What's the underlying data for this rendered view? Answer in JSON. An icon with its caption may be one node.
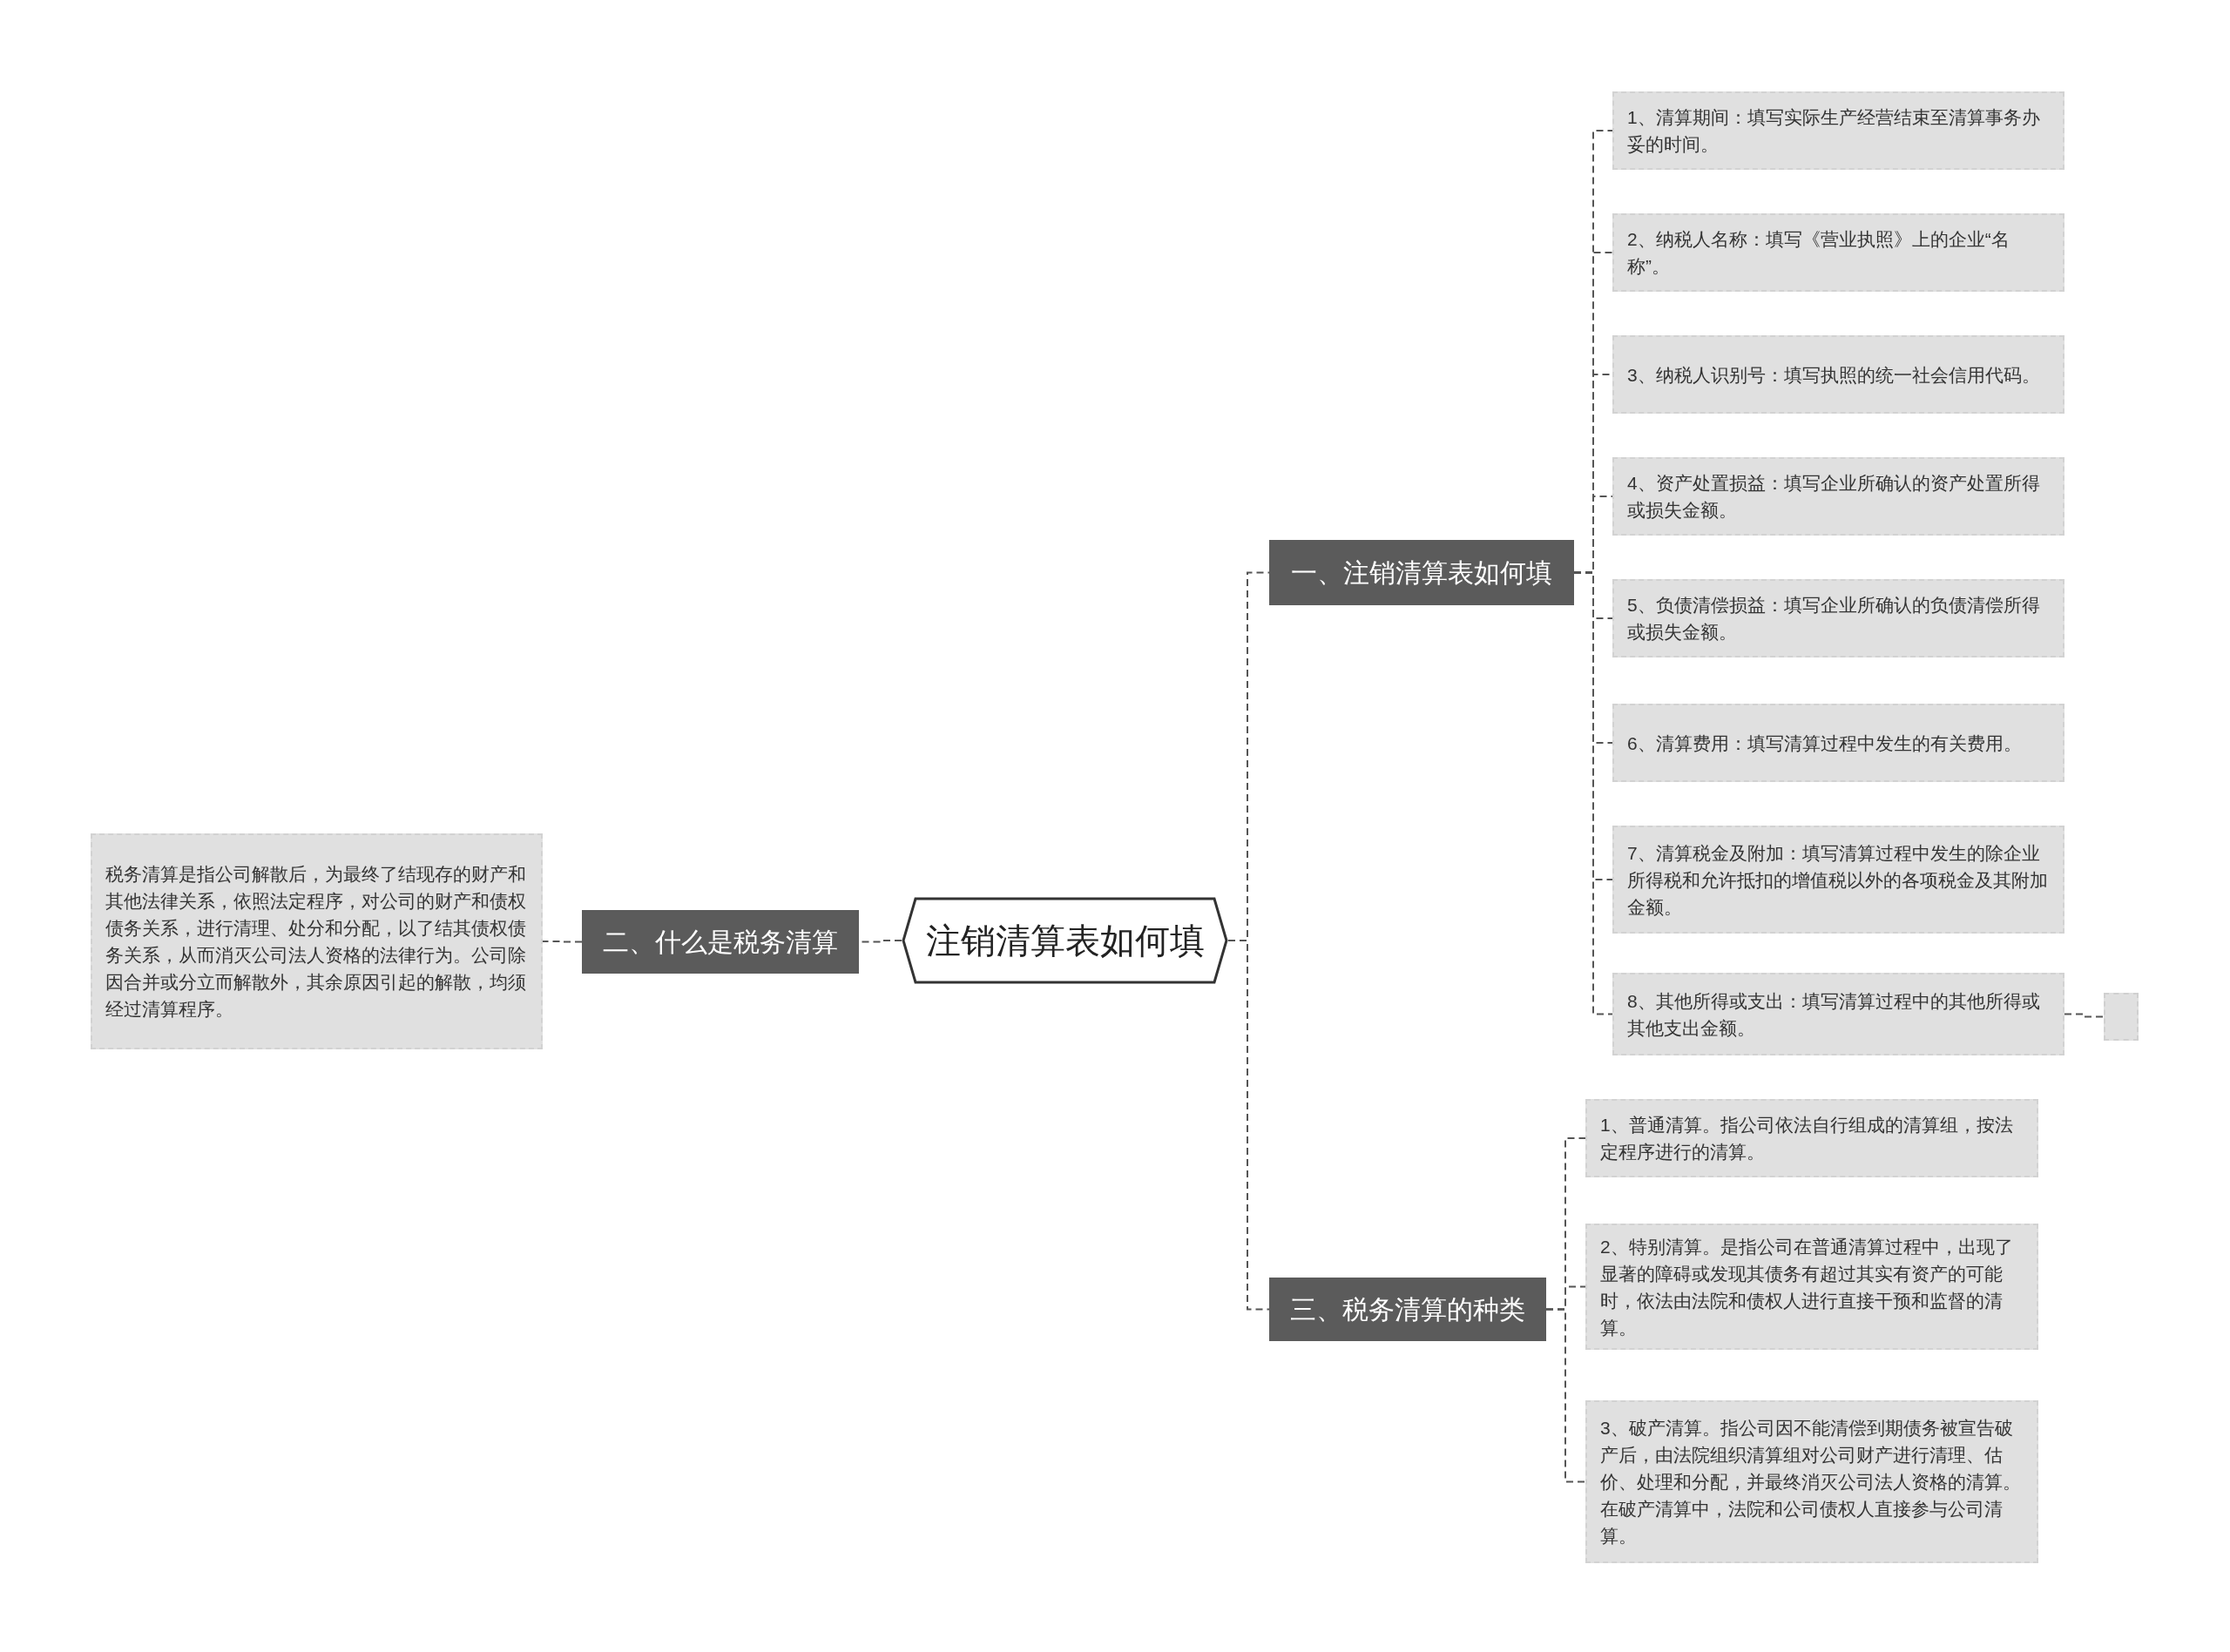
{
  "diagram": {
    "nodes": [
      {
        "text": [
          "注销清算表如何填"
        ]
      },
      {
        "text": [
          "一、注销清算表如何填"
        ]
      },
      {
        "text": [
          "1、清算期间：填写实际生产经营结束至清算事务办妥的时间。"
        ]
      },
      {
        "text": [
          "2、纳税人名称：填写《营业执照》上的企业“名称”。"
        ]
      },
      {
        "text": [
          "3、纳税人识别号：填写执照的统一社会信用代码。"
        ]
      },
      {
        "text": [
          "4、资产处置损益：填写企业所确认的资产处置所得或损失金额。"
        ]
      },
      {
        "text": [
          "5、负债清偿损益：填写企业所确认的负债清偿所得或损失金额。"
        ]
      },
      {
        "text": [
          "6、清算费用：填写清算过程中发生的有关费用。"
        ]
      },
      {
        "text": [
          "7、清算税金及附加：填写清算过程中发生的除企业所得税和允许抵扣的增值税以外的各项税金及其附加金额。"
        ]
      },
      {
        "text": [
          "8、其他所得或支出：填写清算过程中的其他所得或其他支出金额。"
        ]
      },
      {
        "text": [],
        "shape": "box"
      },
      {
        "text": [
          "二、什么是税务清算"
        ]
      },
      {
        "text": [
          "税务清算是指公司解散后，为最终了结现存的财产和其他法律关系，依照法定程序，对公司的财产和债权债务关系，进行清理、处分和分配，以了结其债权债务关系，从而消灭公司法人资格的法律行为。公司除因合并或分立而解散外，其余原因引起的解散，均须经过清算程序。"
        ]
      },
      {
        "text": [
          "三、税务清算的种类"
        ]
      },
      {
        "text": [
          "1、普通清算。指公司依法自行组成的清算组，按法定程序进行的清算。"
        ]
      },
      {
        "text": [
          "2、特别清算。是指公司在普通清算过程中，出现了显著的障碍或发现其债务有超过其实有资产的可能时，依法由法院和债权人进行直接干预和监督的清算。"
        ]
      },
      {
        "text": [
          "3、破产清算。指公司因不能清偿到期债务被宣告破产后，由法院组织清算组对公司财产进行清理、估价、处理和分配，并最终消灭公司法人资格的清算。在破产清算中，法院和公司债权人直接参与公司清算。"
        ]
      }
    ],
    "edges": [
      {
        "from": 0,
        "to": 1,
        "arrow": "none"
      },
      {
        "from": 1,
        "to": 2,
        "arrow": "none"
      },
      {
        "from": 1,
        "to": 3,
        "arrow": "none"
      },
      {
        "from": 1,
        "to": 4,
        "arrow": "none"
      },
      {
        "from": 1,
        "to": 5,
        "arrow": "none"
      },
      {
        "from": 1,
        "to": 6,
        "arrow": "none"
      },
      {
        "from": 1,
        "to": 7,
        "arrow": "none"
      },
      {
        "from": 1,
        "to": 8,
        "arrow": "none"
      },
      {
        "from": 1,
        "to": 9,
        "arrow": "none"
      },
      {
        "from": 9,
        "to": 10,
        "arrow": "none"
      },
      {
        "from": 0,
        "to": 11,
        "arrow": "none"
      },
      {
        "from": 11,
        "to": 12,
        "arrow": "none"
      },
      {
        "from": 0,
        "to": 13,
        "arrow": "none"
      },
      {
        "from": 13,
        "to": 14,
        "arrow": "none"
      },
      {
        "from": 13,
        "to": 15,
        "arrow": "none"
      },
      {
        "from": 13,
        "to": 16,
        "arrow": "none"
      }
    ]
  }
}
